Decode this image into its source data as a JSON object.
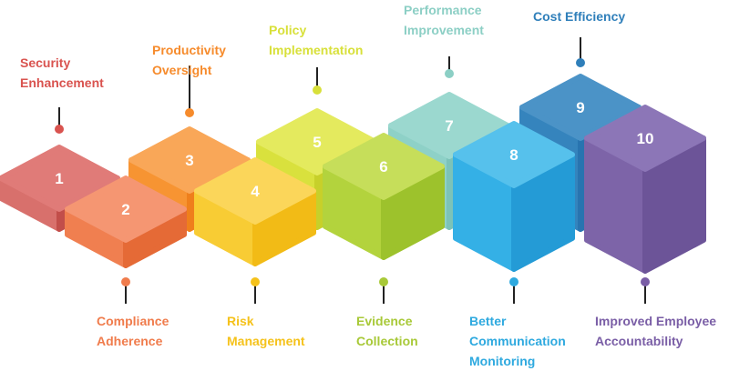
{
  "steps": [
    {
      "number": "1",
      "line1": "Security",
      "line2": "Enhancement",
      "line3": "",
      "color": "#d9534f",
      "top": "#e07b78",
      "left": "#d8706c",
      "right": "#c24e4a"
    },
    {
      "number": "2",
      "line1": "Compliance",
      "line2": "Adherence",
      "line3": "",
      "color": "#f07c4c",
      "top": "#f59672",
      "left": "#f07f50",
      "right": "#e56a36"
    },
    {
      "number": "3",
      "line1": "Productivity",
      "line2": "Oversight",
      "line3": "",
      "color": "#f68b2c",
      "top": "#f9a758",
      "left": "#f79432",
      "right": "#ef7f1c"
    },
    {
      "number": "4",
      "line1": "Risk",
      "line2": "Management",
      "line3": "",
      "color": "#f5c21b",
      "top": "#fbd65a",
      "left": "#f8cc34",
      "right": "#f2bb16"
    },
    {
      "number": "5",
      "line1": "Policy",
      "line2": "Implementation",
      "line3": "",
      "color": "#d8e03a",
      "top": "#e4ea5e",
      "left": "#d9e13d",
      "right": "#c7d02a"
    },
    {
      "number": "6",
      "line1": "Evidence",
      "line2": "Collection",
      "line3": "",
      "color": "#a8c938",
      "top": "#c6de5a",
      "left": "#b3d33d",
      "right": "#9dc22c"
    },
    {
      "number": "7",
      "line1": "Performance",
      "line2": "Improvement",
      "line3": "",
      "color": "#8ccfc5",
      "top": "#9bd8cf",
      "left": "#8ed1c7",
      "right": "#7cc3b8"
    },
    {
      "number": "8",
      "line1": "Better",
      "line2": "Communication",
      "line3": "Monitoring",
      "color": "#2ea9df",
      "top": "#56c1ec",
      "left": "#34b0e6",
      "right": "#249bd6"
    },
    {
      "number": "9",
      "line1": "Cost Efficiency",
      "line2": "",
      "line3": "",
      "color": "#2f7fba",
      "top": "#4b93c7",
      "left": "#3584bd",
      "right": "#2874b0"
    },
    {
      "number": "10",
      "line1": "Improved Employee",
      "line2": "Accountability",
      "line3": "",
      "color": "#7a5ea6",
      "top": "#8c76b7",
      "left": "#7d64a8",
      "right": "#6c5498"
    }
  ]
}
